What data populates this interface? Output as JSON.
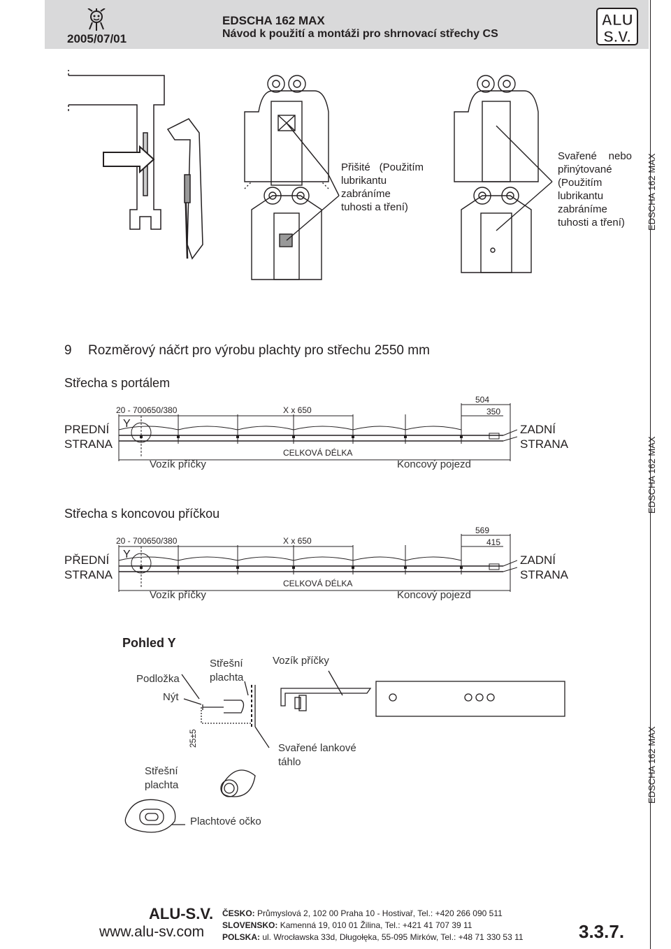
{
  "header": {
    "date": "2005/07/01",
    "title": "EDSCHA 162 MAX",
    "subtitle": "Návod k použití a montáži pro shrnovací střechy CS",
    "logo_text": "ALU S.V."
  },
  "side_label": "EDSCHA 162 MAX",
  "top_section": {
    "caption_left": "Přišité (Použitím lubrikantu zabráníme tuhosti a tření)",
    "caption_right": "Svařené nebo přinýtované (Použitím lubrikantu zabráníme tuhosti a tření)"
  },
  "section9": {
    "number": "9",
    "title": "Rozměrový náčrt pro výrobu plachty pro střechu 2550 mm"
  },
  "diagram1": {
    "title": "Střecha s portálem",
    "left_label_1": "PREDNÍ",
    "left_label_2": "STRANA",
    "right_label_1": "ZADNÍ",
    "right_label_2": "STRANA",
    "dim_left": "20 - 700",
    "dim_left2": "650/380",
    "dim_mid": "X x 650",
    "dim_total": "CELKOVÁ DÉLKA",
    "dim_end_top": "504",
    "dim_end": "350",
    "marker": "Y",
    "label_trolley": "Vozík příčky",
    "label_end": "Koncový pojezd"
  },
  "diagram2": {
    "title": "Střecha s koncovou příčkou",
    "left_label_1": "PŘEDNÍ",
    "left_label_2": "STRANA",
    "right_label_1": "ZADNÍ",
    "right_label_2": "STRANA",
    "dim_left": "20 - 700",
    "dim_left2": "650/380",
    "dim_mid": "X x 650",
    "dim_total": "CELKOVÁ DÉLKA",
    "dim_end_top": "569",
    "dim_end": "415",
    "marker": "Y",
    "label_trolley": "Vozík příčky",
    "label_end": "Koncový pojezd"
  },
  "view_y": {
    "title": "Pohled Y",
    "podlozka": "Podložka",
    "nyt": "Nýt",
    "stresni_plachta_top_1": "Střešní",
    "stresni_plachta_top_2": "plachta",
    "vozik": "Vozík příčky",
    "dim": "25±5",
    "svarene_1": "Svařené lankové",
    "svarene_2": "táhlo",
    "stresni_plachta_bot_1": "Střešní",
    "stresni_plachta_bot_2": "plachta",
    "ocko": "Plachtové očko"
  },
  "footer": {
    "brand": "ALU-S.V.",
    "web": "www.alu-sv.com",
    "cz_label": "ČESKO:",
    "cz_text": "Průmyslová 2, 102 00 Praha 10 - Hostivař, Tel.: +420 266 090 511",
    "sk_label": "SLOVENSKO:",
    "sk_text": "Kamenná 19, 010 01 Žilina, Tel.: +421 41 707 39 11",
    "pl_label": "POLSKA:",
    "pl_text": "ul. Wrocławska 33d, Długołęka, 55-095 Mirków, Tel.: +48 71 330 53 11",
    "page": "3.3.7."
  }
}
